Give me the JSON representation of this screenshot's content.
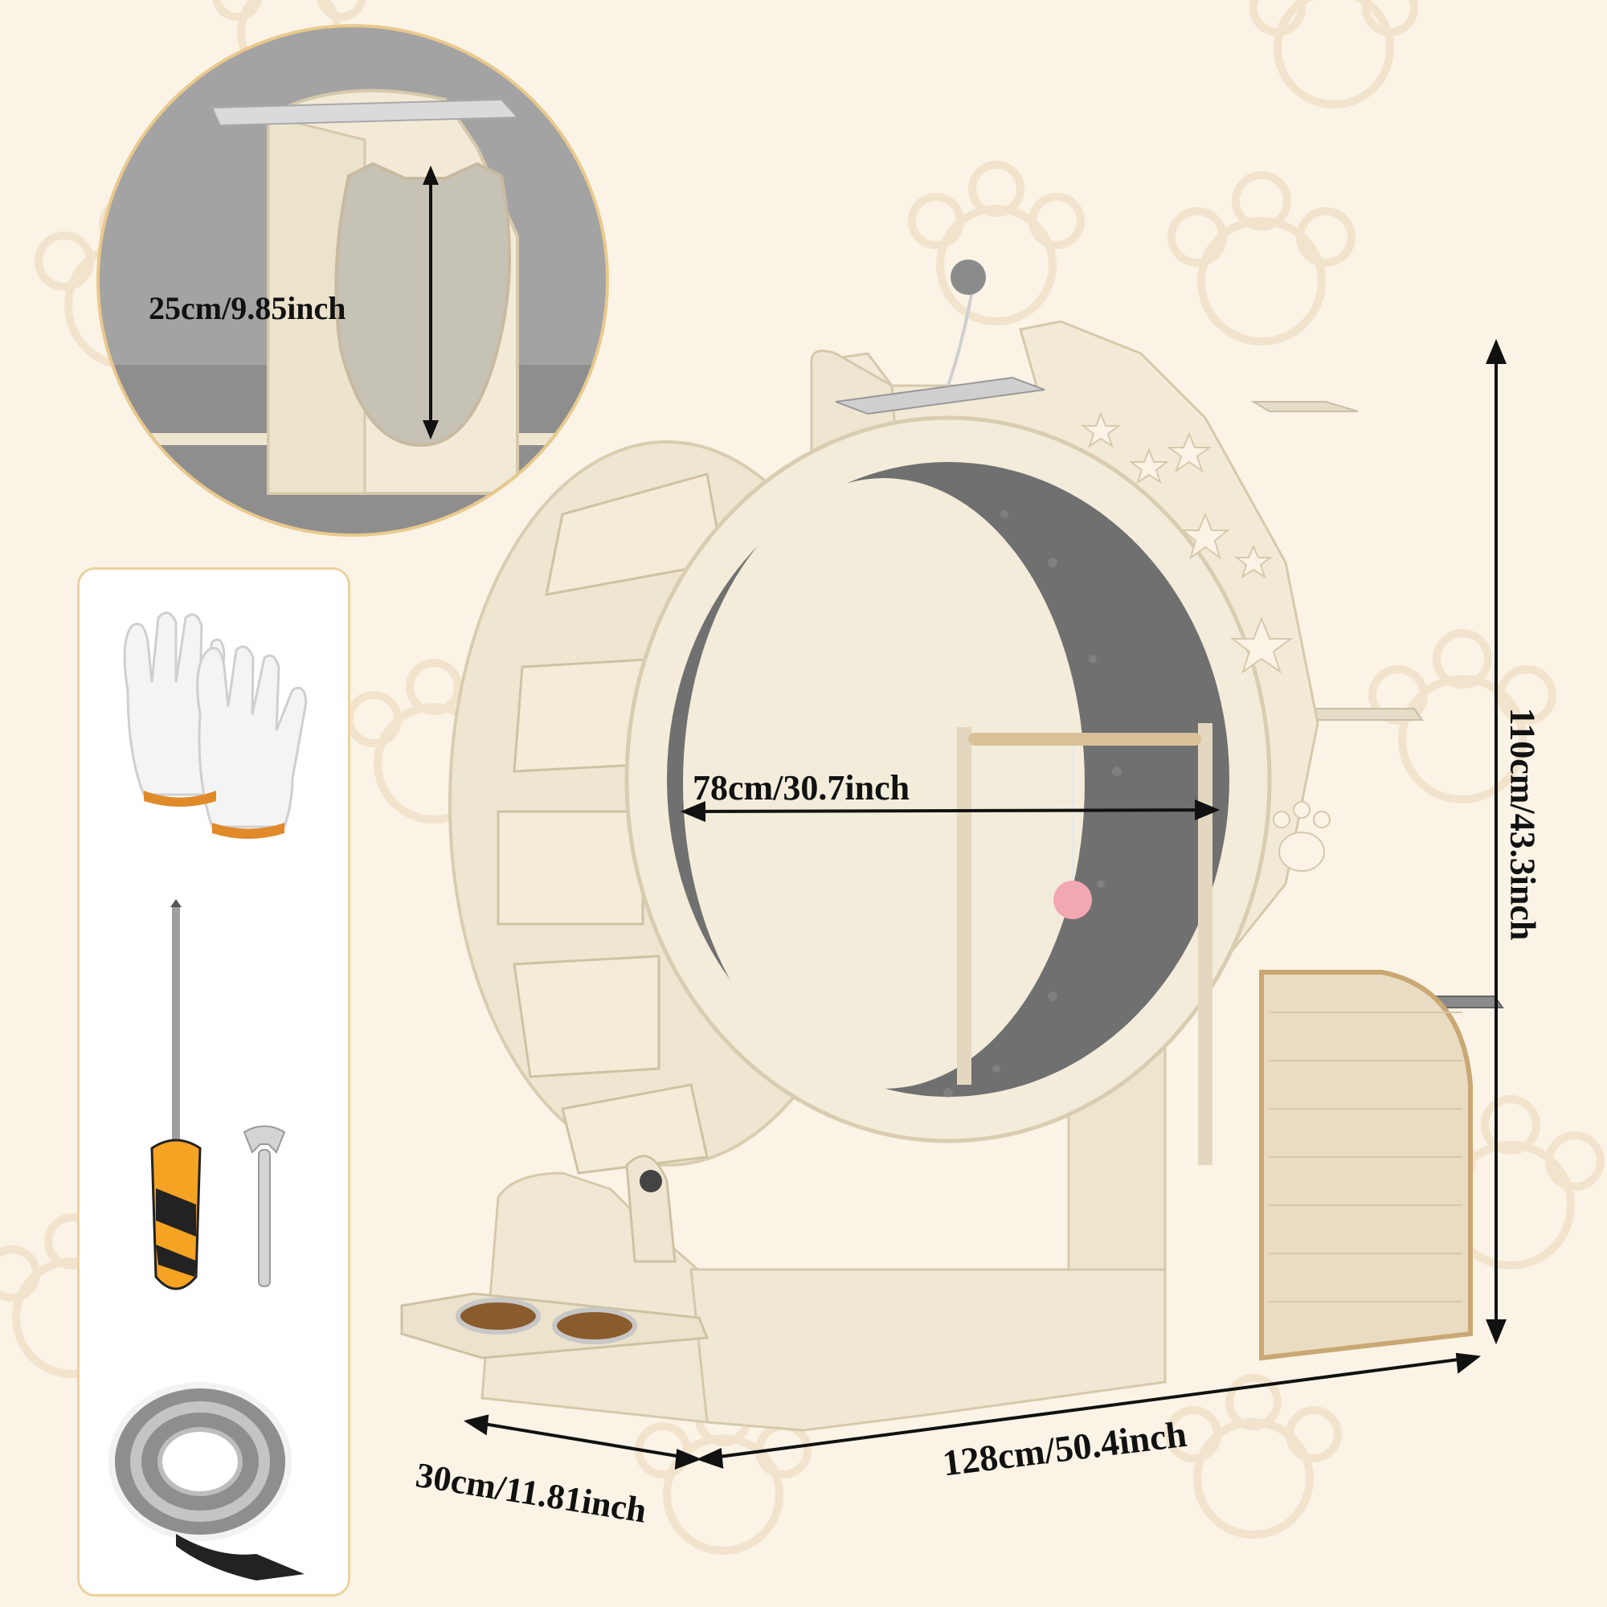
{
  "theme": {
    "background": "#fbf3e6",
    "paw_color": "#f3e2cc",
    "wood": "#efe6d2",
    "wood_edge": "#d9cdb1",
    "carpet": "#6e6e6e",
    "accent_border": "#e9c98c"
  },
  "dimensions": {
    "door_height": "25cm/9.85inch",
    "wheel_diameter": "78cm/30.7inch",
    "total_height": "110cm/43.3inch",
    "total_width": "128cm/50.4inch",
    "depth": "30cm/11.81inch"
  },
  "accessories": {
    "items": [
      {
        "name": "gloves-icon"
      },
      {
        "name": "screwdriver-icon"
      },
      {
        "name": "wrench-icon"
      },
      {
        "name": "velcro-tape-icon"
      }
    ]
  }
}
